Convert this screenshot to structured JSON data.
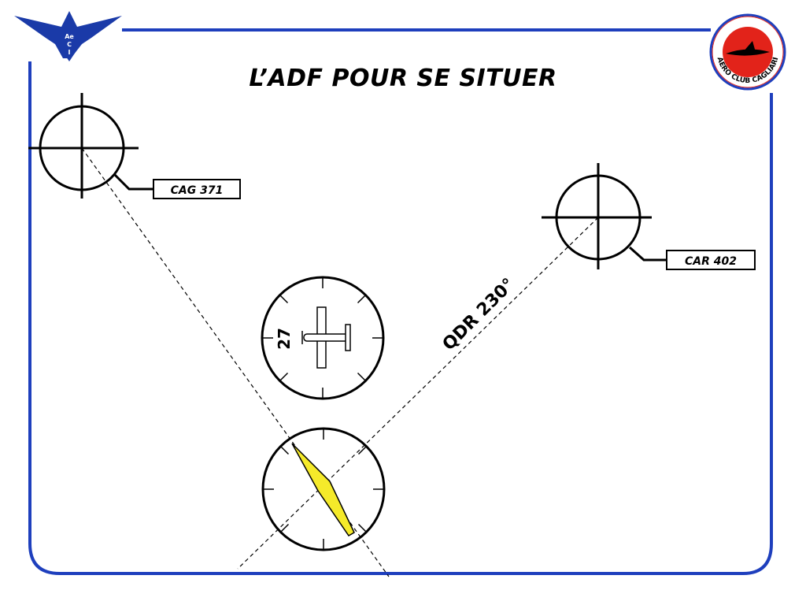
{
  "slide": {
    "title": "L’ADF POUR SE SITUER",
    "frame_color": "#1e3fbd"
  },
  "logos": {
    "left_logo": {
      "letters": [
        "Ae",
        "C",
        "I"
      ],
      "color": "#1a3aa8"
    },
    "right_logo": {
      "text": "AERO CLUB CAGLIARI",
      "color": "#e2231a"
    }
  },
  "beacons": [
    {
      "id": "CAG",
      "label": "CAG 371"
    },
    {
      "id": "CAR",
      "label": "CAR 402"
    }
  ],
  "radial": {
    "label": "QDR 230°"
  },
  "heading_indicator": {
    "heading_label": "27"
  },
  "adf_indicator": {
    "needle_color": "#f5ea2a"
  }
}
